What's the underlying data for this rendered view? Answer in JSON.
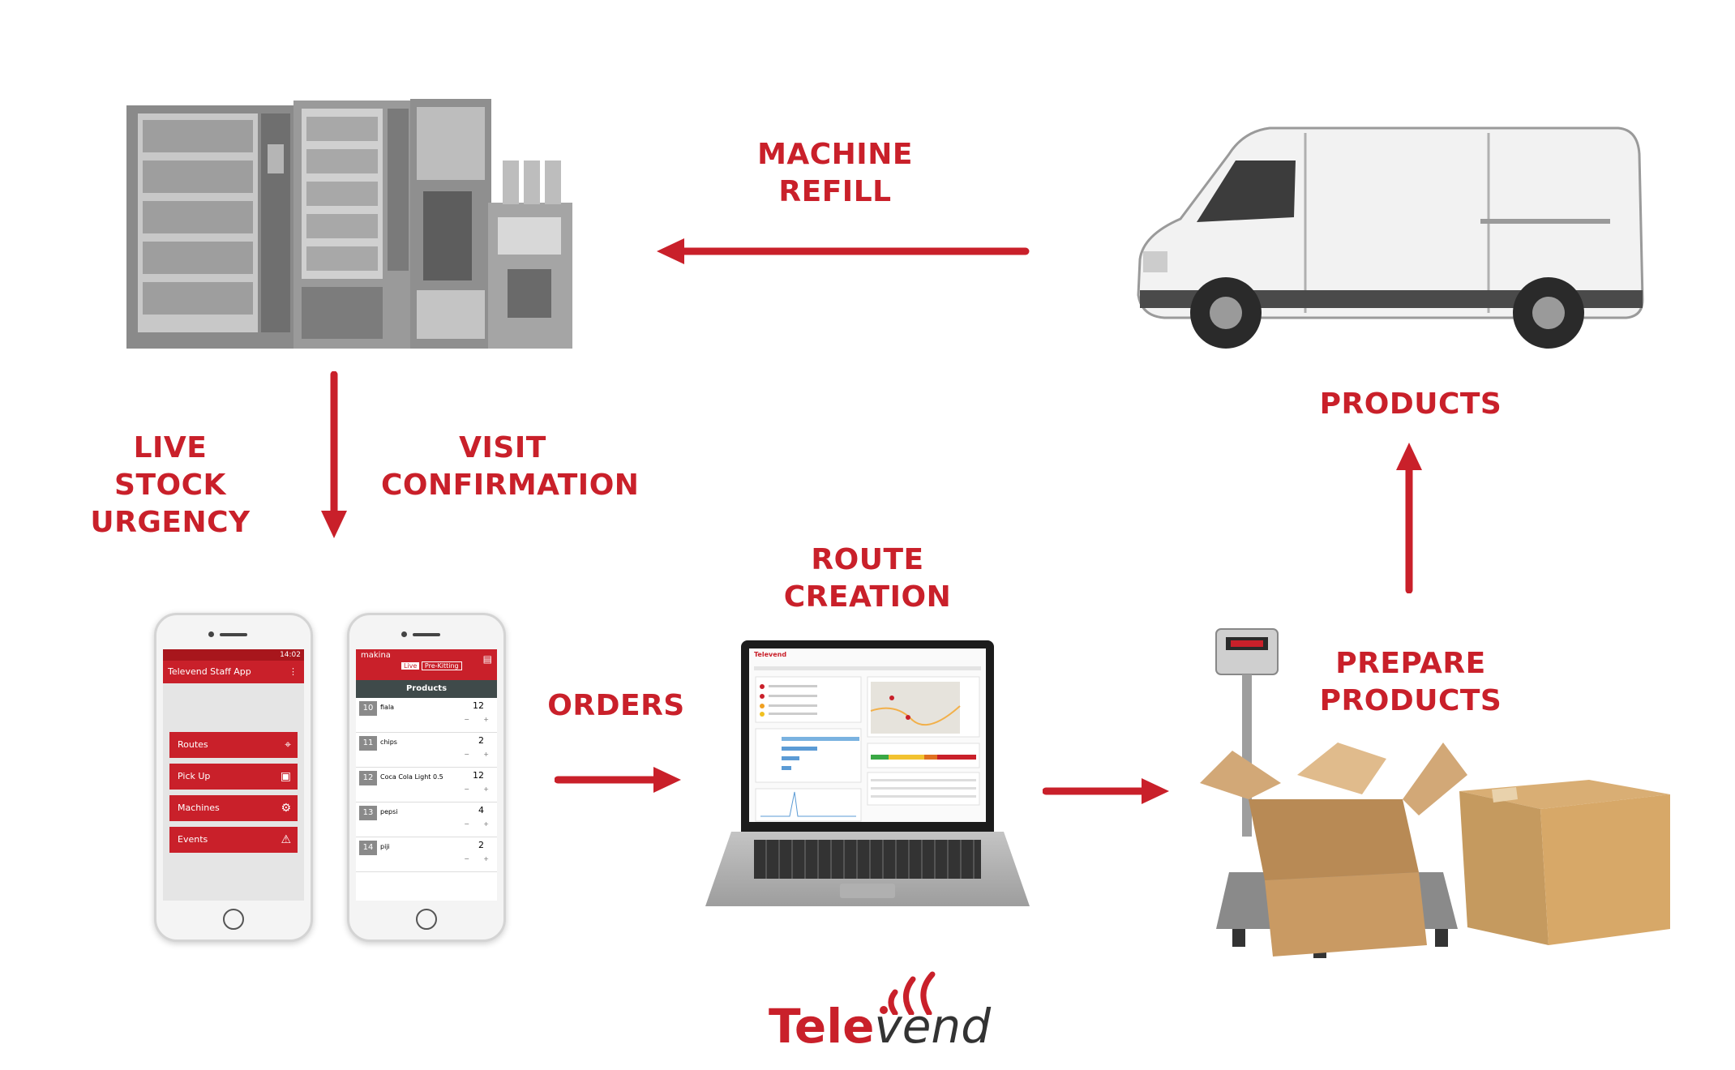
{
  "labels": {
    "machine_refill": [
      "MACHINE",
      "REFILL"
    ],
    "products": [
      "PRODUCTS"
    ],
    "live_stock_urgency": [
      "LIVE STOCK",
      "URGENCY"
    ],
    "visit_confirmation": [
      "VISIT",
      "CONFIRMATION"
    ],
    "route_creation": [
      "ROUTE",
      "CREATION"
    ],
    "orders": [
      "ORDERS"
    ],
    "prepare_products": [
      "PREPARE",
      "PRODUCTS"
    ]
  },
  "phone1": {
    "status_time": "14:02",
    "app_title": "Televend Staff App",
    "menu": [
      "Routes",
      "Pick Up",
      "Machines",
      "Events"
    ]
  },
  "phone2": {
    "title": "makina",
    "toggle": [
      "Live",
      "Pre-Kitting"
    ],
    "section": "Products",
    "rows": [
      {
        "slot": "10",
        "name": "fiala",
        "qty": "12"
      },
      {
        "slot": "11",
        "name": "chips",
        "qty": "2"
      },
      {
        "slot": "12",
        "name": "Coca Cola Light 0.5",
        "qty": "12"
      },
      {
        "slot": "13",
        "name": "pepsi",
        "qty": "4"
      },
      {
        "slot": "14",
        "name": "piji",
        "qty": "2"
      }
    ]
  },
  "laptop": {
    "brand": "Televend"
  },
  "logo": {
    "bold": "Tele",
    "light": "vend"
  },
  "colors": {
    "accent": "#c9202a"
  }
}
